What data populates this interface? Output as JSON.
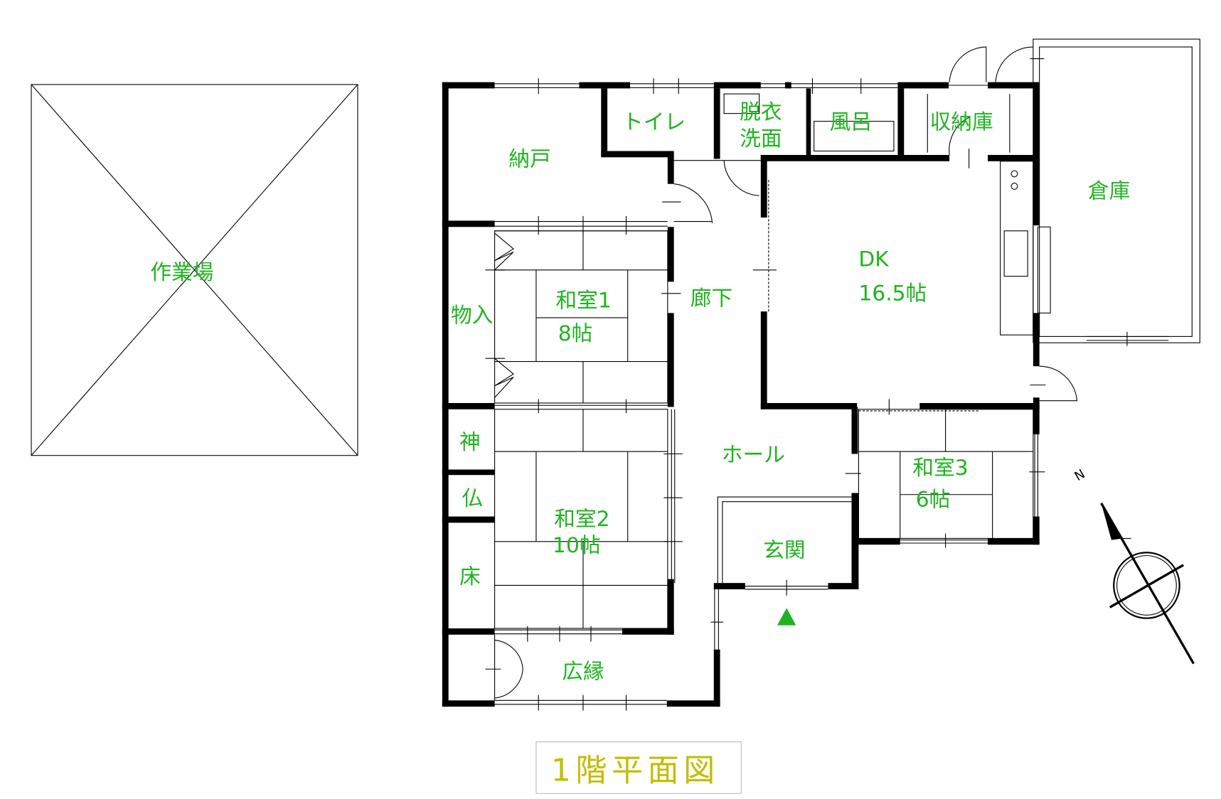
{
  "title": "1階平面図",
  "colors": {
    "label": "#1fb41f",
    "title": "#c4bd00",
    "wall": "#000000",
    "entrance_marker": "#1fb41f"
  },
  "rooms": {
    "workshop": "作業場",
    "storeroom_nando": "納戸",
    "toilet": "トイレ",
    "dressing_1": "脱衣",
    "dressing_2": "洗面",
    "bath": "風呂",
    "storage": "収納庫",
    "warehouse": "倉庫",
    "closet": "物入",
    "washitsu1_name": "和室1",
    "washitsu1_size": "8帖",
    "corridor": "廊下",
    "dk_name": "DK",
    "dk_size": "16.5帖",
    "shrine": "神",
    "altar": "仏",
    "alcove": "床",
    "washitsu2_name": "和室2",
    "washitsu2_size": "10帖",
    "hall": "ホール",
    "entrance": "玄関",
    "washitsu3_name": "和室3",
    "washitsu3_size": "6帖",
    "veranda": "広縁"
  },
  "compass": {
    "north_label": "N"
  },
  "icons": {
    "entrance_marker": "triangle-up-icon",
    "compass": "north-arrow-icon"
  }
}
